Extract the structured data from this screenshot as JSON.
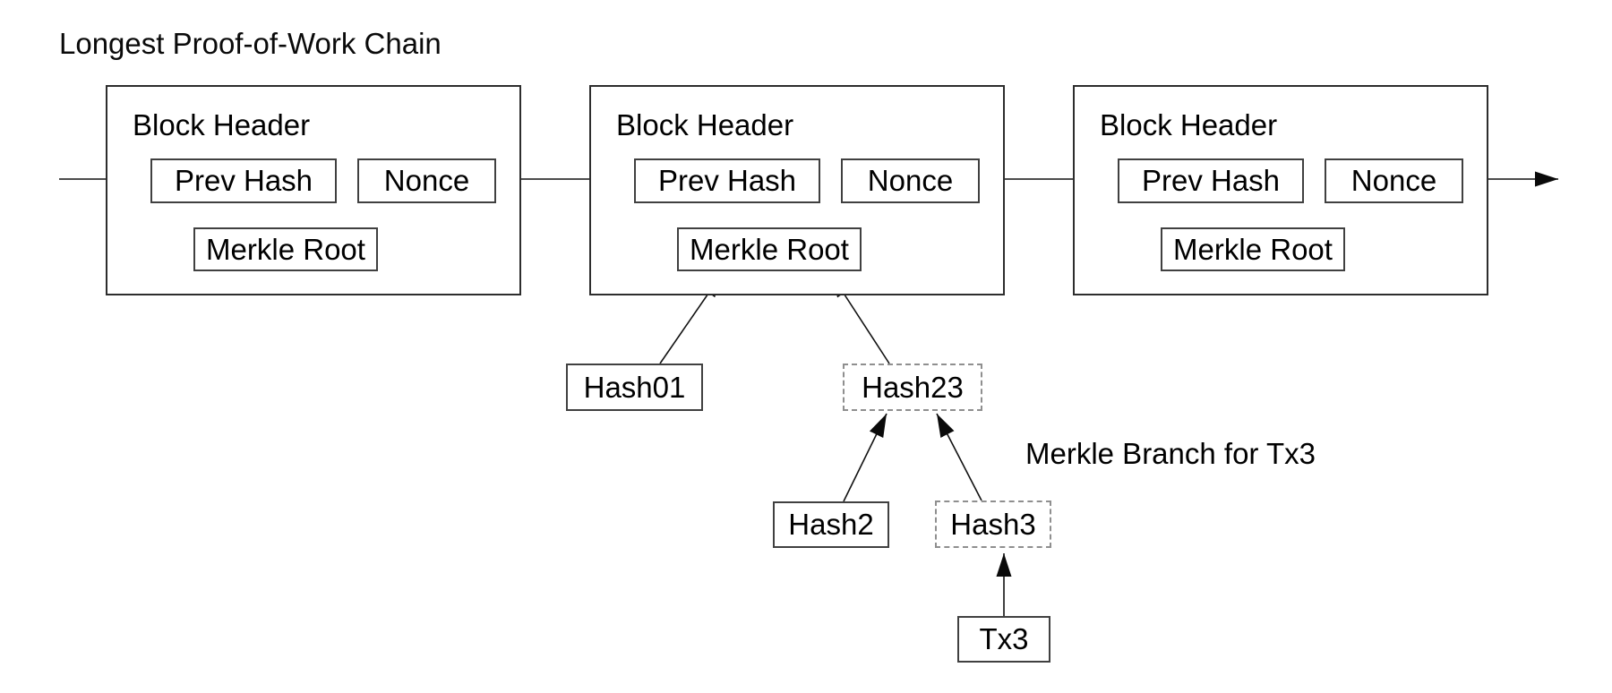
{
  "title": "Longest Proof-of-Work Chain",
  "merkle_branch_label": "Merkle Branch for Tx3",
  "blocks": [
    {
      "title": "Block Header",
      "fields": {
        "prev_hash": "Prev Hash",
        "nonce": "Nonce",
        "merkle_root": "Merkle Root"
      }
    },
    {
      "title": "Block Header",
      "fields": {
        "prev_hash": "Prev Hash",
        "nonce": "Nonce",
        "merkle_root": "Merkle Root"
      }
    },
    {
      "title": "Block Header",
      "fields": {
        "prev_hash": "Prev Hash",
        "nonce": "Nonce",
        "merkle_root": "Merkle Root"
      }
    }
  ],
  "tree": {
    "hash01": {
      "label": "Hash01",
      "border": "solid"
    },
    "hash23": {
      "label": "Hash23",
      "border": "dashed"
    },
    "hash2": {
      "label": "Hash2",
      "border": "solid"
    },
    "hash3": {
      "label": "Hash3",
      "border": "dashed"
    },
    "tx3": {
      "label": "Tx3",
      "border": "solid"
    }
  },
  "colors": {
    "background": "#ffffff",
    "text": "#000000",
    "line": "#111111",
    "block_border": "#2d2d2d",
    "box_border": "#404040",
    "dashed_border": "#8f8f8f"
  }
}
